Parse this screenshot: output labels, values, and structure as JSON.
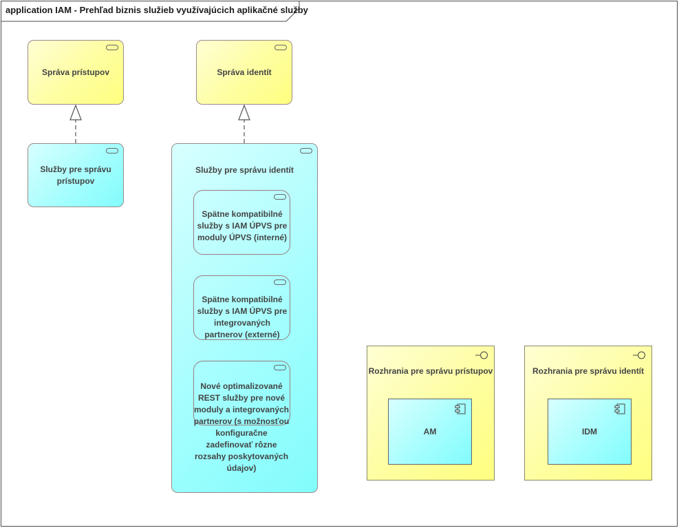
{
  "diagram": {
    "title": "application IAM - Prehľad biznis služieb využívajúcich aplikačné služby"
  },
  "nodes": {
    "sprava_pristupov": "Správa prístupov",
    "sprava_identit": "Správa identít",
    "sluzby_pristupov_l1": "Služby pre správu",
    "sluzby_pristupov_l2": "prístupov",
    "sluzby_identit": "Služby pre správu identít",
    "spatne_interne": [
      "Spätne kompatibilné",
      "služby s IAM ÚPVS pre",
      "moduly ÚPVS (interné)"
    ],
    "spatne_externe": [
      "Spätne kompatibilné",
      "služby s IAM ÚPVS pre",
      "integrovaných",
      "partnerov (externé)"
    ],
    "nove_rest": [
      "Nové optimalizované",
      "REST služby pre nové",
      "moduly a integrovaných",
      "partnerov (s možnosťou",
      "konfiguračne",
      "zadefinovať rôzne",
      "rozsahy poskytovaných",
      "údajov)"
    ],
    "rozhrania_pristupov": "Rozhrania pre správu prístupov",
    "rozhrania_identit": "Rozhrania pre správu identít",
    "am": "AM",
    "idm": "IDM"
  }
}
